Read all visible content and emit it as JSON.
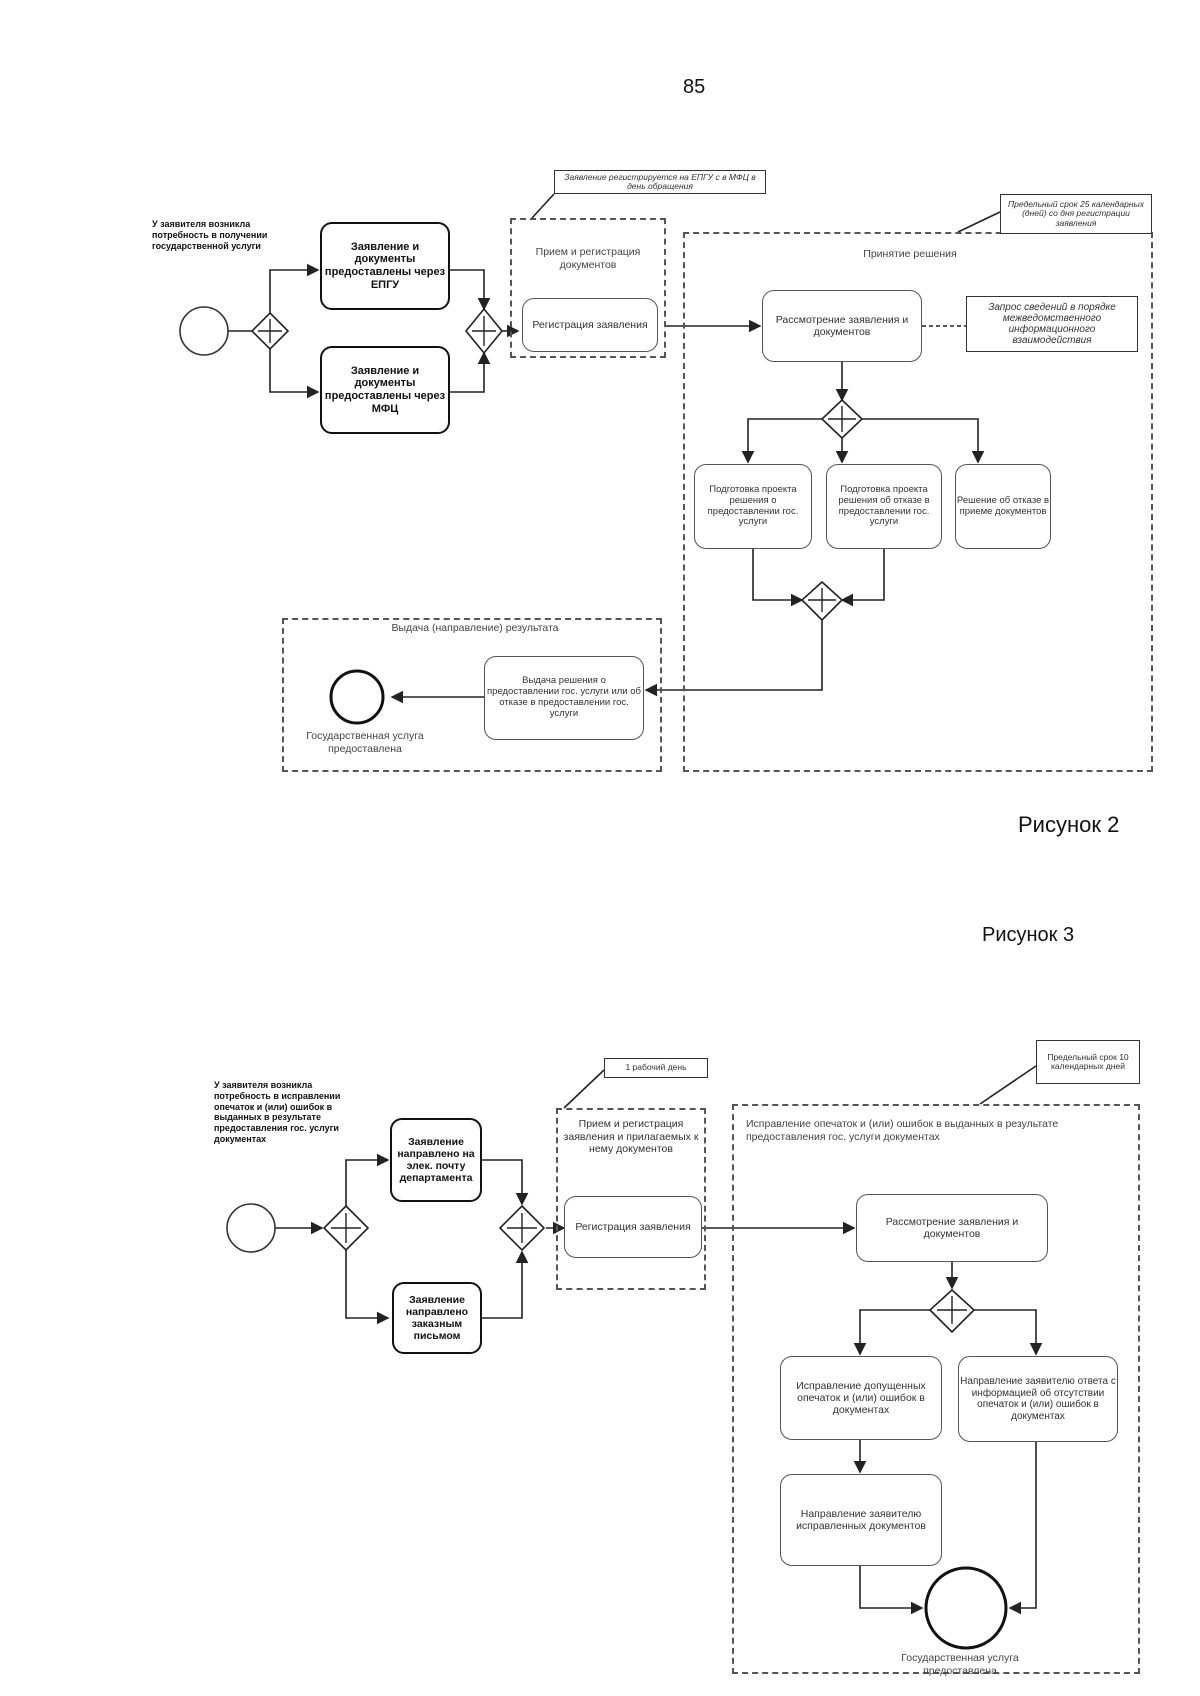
{
  "page_number": "85",
  "figure2": {
    "caption": "Рисунок 2",
    "start_note": "У заявителя возникла потребность в получении государственной услуги",
    "epgu_box": "Заявление и документы предоставлены через ЕПГУ",
    "mfc_box": "Заявление и документы предоставлены через МФЦ",
    "reg_note": "Заявление регистрируется на ЕПГУ с в МФЦ в день обращения",
    "reg_group_title": "Прием и регистрация документов",
    "reg_box": "Регистрация заявления",
    "deadline_note": "Предельный срок 25 календарных (дней) со дня регистрации заявления",
    "decision_group_title": "Принятие решения",
    "review_box": "Рассмотрение заявления и документов",
    "request_box": "Запрос сведений в порядке межведомственного информационного взаимодействия",
    "prep_grant_box": "Подготовка проекта решения о предоставлении гос. услуги",
    "prep_refuse_box": "Подготовка проекта решения об отказе в предоставлении гос. услуги",
    "refuse_docs_box": "Решение об отказе в приеме документов",
    "issue_group_title": "Выдача (направление) результата",
    "issue_box": "Выдача решения о предоставлении гос. услуги или об отказе в предоставлении гос. услуги",
    "end_label": "Государственная услуга предоставлена"
  },
  "figure3": {
    "caption": "Рисунок 3",
    "start_note": "У заявителя возникла потребность в исправлении опечаток и (или) ошибок в выданных в результате предоставления гос. услуги документах",
    "email_box": "Заявление направлено на элек. почту департамента",
    "mail_box": "Заявление направлено заказным письмом",
    "day_note": "1 рабочий день",
    "reg_group_title": "Прием и регистрация заявления и прилагаемых к нему документов",
    "reg_box": "Регистрация заявления",
    "deadline_note": "Предельный срок 10 календарных дней",
    "fix_group_title": "Исправление опечаток и (или) ошибок в выданных в результате предоставления гос. услуги документах",
    "review_box": "Рассмотрение заявления и документов",
    "fix_box": "Исправление допущенных опечаток и (или) ошибок в документах",
    "no_errors_box": "Направление заявителю ответа с информацией об отсутствии опечаток и (или) ошибок в документах",
    "send_fixed_box": "Направление заявителю исправленных документов",
    "end_label": "Государственная услуга предоставлена"
  }
}
